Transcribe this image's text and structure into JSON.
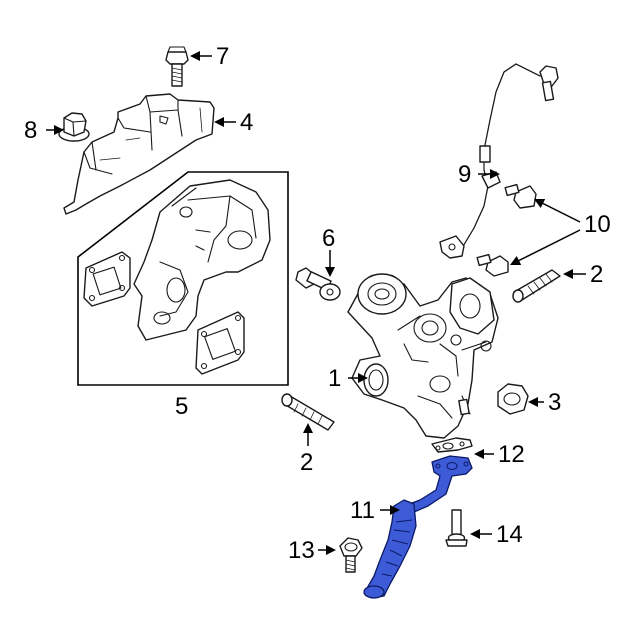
{
  "highlight_color": "#3d5bd6",
  "callouts": {
    "c1": "1",
    "c2_right": "2",
    "c2_bottom": "2",
    "c3": "3",
    "c4": "4",
    "c5": "5",
    "c6": "6",
    "c7": "7",
    "c8": "8",
    "c9": "9",
    "c10": "10",
    "c11": "11",
    "c12": "12",
    "c13": "13",
    "c14": "14"
  }
}
